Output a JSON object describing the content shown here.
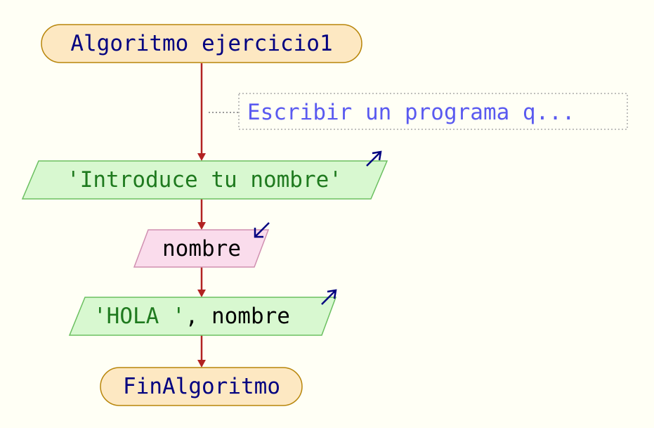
{
  "flowchart": {
    "start": "Algoritmo ejercicio1",
    "comment": "Escribir un programa q...",
    "output1_literal": "'Introduce tu nombre'",
    "input_var": "nombre",
    "output2_literal": "'HOLA '",
    "output2_rest": ", nombre",
    "end": "FinAlgoritmo"
  },
  "colors": {
    "background": "#fffff5",
    "terminal_fill": "#fde8c2",
    "terminal_stroke": "#b8860b",
    "output_fill": "#d8f8d0",
    "output_stroke": "#6bbf60",
    "input_fill": "#fadcec",
    "input_stroke": "#d08fb0",
    "arrow": "#b22222",
    "keyword_text": "#000080",
    "string_text": "#1f7a1f",
    "var_text": "#000000",
    "comment_text": "#5a5af0",
    "comment_border": "#aaaaaa",
    "io_arrow": "#000080"
  }
}
